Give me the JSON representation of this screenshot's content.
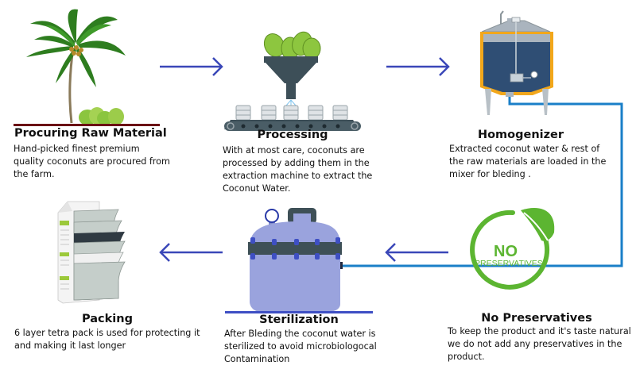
{
  "diagram": {
    "type": "process-flow",
    "subject": "Coconut water production process",
    "colors": {
      "arrow": "#3a47b8",
      "pipe": "#1a7fc8",
      "ground_line_procuring": "#6b0f14",
      "ground_line_sterilization": "#3e4fc4",
      "no_preservatives_green": "#5cb531",
      "sterilizer_body": "#9aa3dd",
      "conveyor": "#3d4f58",
      "tank_fluid": "#2f4e74",
      "tank_jacket": "#f2a71b"
    },
    "steps": [
      {
        "id": "procuring",
        "order": 1,
        "title": "Procuring Raw Material",
        "description": "Hand-picked finest premium quality coconuts are procured from the farm.",
        "icon": "coconut-tree-icon"
      },
      {
        "id": "processing",
        "order": 2,
        "title": "Processing",
        "description": "With at most care, coconuts are processed by adding them in the extraction machine to extract the Coconut Water.",
        "icon": "funnel-conveyor-icon"
      },
      {
        "id": "homogenizer",
        "order": 3,
        "title": "Homogenizer",
        "description": "Extracted coconut water & rest of the raw materials are loaded in the mixer for bleding .",
        "icon": "mixing-tank-icon"
      },
      {
        "id": "no-preservatives",
        "order": 4,
        "title": "No Preservatives",
        "description": "To keep the product and it's taste natural we do not add any preservatives in the product.",
        "icon": "no-preservatives-badge-icon",
        "badge_line1": "NO",
        "badge_line2": "PRESERVATIVES"
      },
      {
        "id": "sterilization",
        "order": 5,
        "title": "Sterilization",
        "description": "After Bleding the coconut water is sterilized to avoid microbiologocal Contamination",
        "icon": "sterilizer-vessel-icon"
      },
      {
        "id": "packing",
        "order": 6,
        "title": "Packing",
        "description": "6 layer tetra pack is used for protecting it and making it last longer",
        "icon": "tetra-pack-layers-icon"
      }
    ],
    "connections": [
      {
        "from": "procuring",
        "to": "processing",
        "style": "arrow",
        "direction": "right"
      },
      {
        "from": "processing",
        "to": "homogenizer",
        "style": "arrow",
        "direction": "right"
      },
      {
        "from": "homogenizer",
        "to": "sterilization",
        "style": "pipe",
        "via": "no-preservatives"
      },
      {
        "from": "no-preservatives",
        "to": "sterilization",
        "style": "arrow",
        "direction": "left"
      },
      {
        "from": "sterilization",
        "to": "packing",
        "style": "arrow",
        "direction": "left"
      }
    ]
  }
}
